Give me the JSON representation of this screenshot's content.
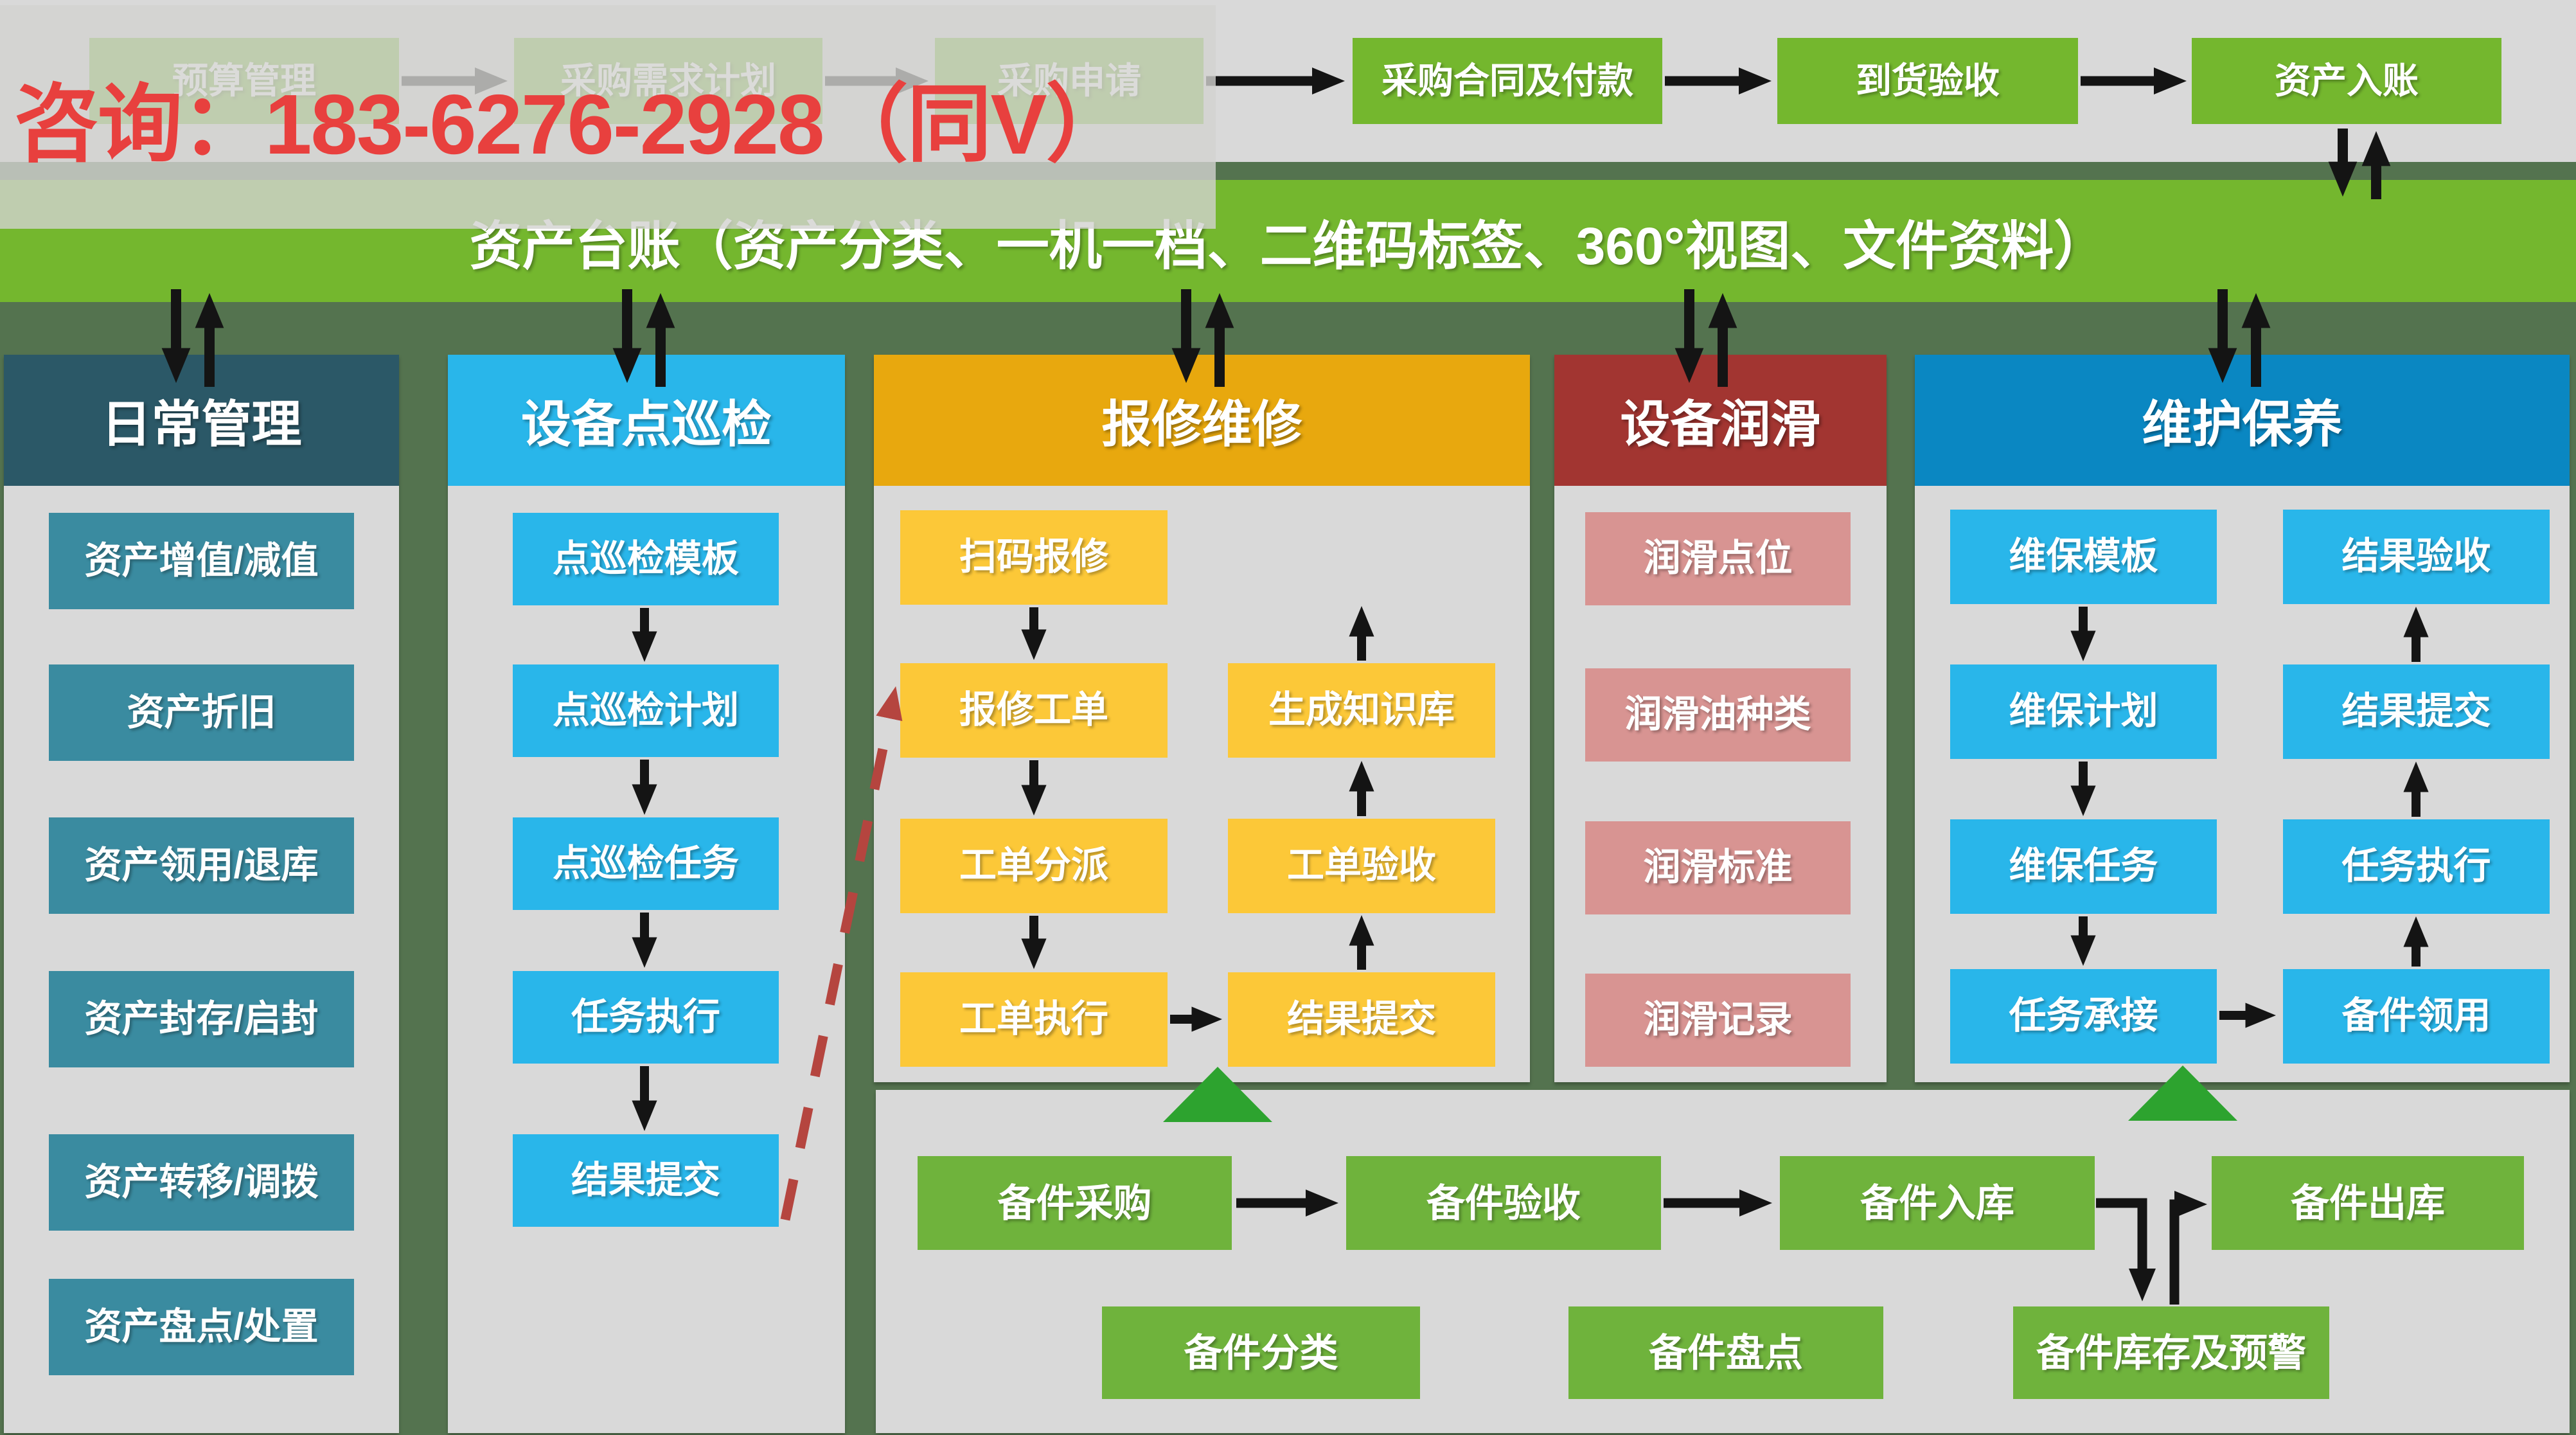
{
  "watermark": {
    "text": "咨询：183-6276-2928（同V）"
  },
  "top_flow": {
    "items": [
      "预算管理",
      "采购需求计划",
      "采购申请",
      "采购合同及付款",
      "到货验收",
      "资产入账"
    ]
  },
  "banner": {
    "text": "资产台账（资产分类、一机一档、二维码标签、360°视图、文件资料）"
  },
  "columns": [
    {
      "title": "日常管理",
      "items": [
        "资产增值/减值",
        "资产折旧",
        "资产领用/退库",
        "资产封存/启封",
        "资产转移/调拨",
        "资产盘点/处置"
      ]
    },
    {
      "title": "设备点巡检",
      "items": [
        "点巡检模板",
        "点巡检计划",
        "点巡检任务",
        "任务执行",
        "结果提交"
      ]
    },
    {
      "title": "报修维修",
      "items_left": [
        "扫码报修",
        "报修工单",
        "工单分派",
        "工单执行"
      ],
      "items_right": [
        "生成知识库",
        "工单验收",
        "结果提交"
      ]
    },
    {
      "title": "设备润滑",
      "items": [
        "润滑点位",
        "润滑油种类",
        "润滑标准",
        "润滑记录"
      ]
    },
    {
      "title": "维护保养",
      "items_left": [
        "维保模板",
        "维保计划",
        "维保任务",
        "任务承接"
      ],
      "items_right": [
        "结果验收",
        "结果提交",
        "任务执行",
        "备件领用"
      ]
    }
  ],
  "spare_parts": {
    "row1": [
      "备件采购",
      "备件验收",
      "备件入库",
      "备件出库"
    ],
    "row2": [
      "备件分类",
      "备件盘点",
      "备件库存及预警"
    ]
  },
  "colors": {
    "page_background": "#54734f",
    "panel_gray": "#d9d9d9",
    "flow_green": "#74b72e",
    "spare_green": "#6fb33c",
    "daily_header": "#2b5867",
    "daily_item": "#3a8ba0",
    "inspection_blue": "#29b6ea",
    "repair_header": "#e8a80e",
    "repair_item": "#fcc838",
    "lube_header": "#a23531",
    "lube_item": "#d89492",
    "maintain_header": "#0a87c2",
    "triangle_green": "#2da32f",
    "arrow_black": "#141414",
    "dashed_red": "#b5453f",
    "watermark_red": "#e8403e"
  }
}
